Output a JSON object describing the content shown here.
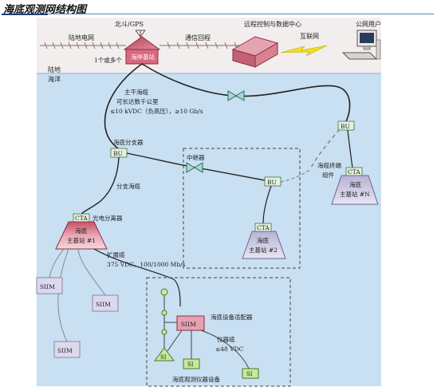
{
  "title": "海底观测网结构图",
  "labels": {
    "beidou_gps": "北斗/GPS",
    "land_grid": "陆地电网",
    "comm_link": "通信回程",
    "remote_center": "远程控制与数据中心",
    "internet": "互联网",
    "public_users": "公网用户",
    "one_or_more": "1个或多个",
    "shore_station": "海岸基站",
    "land": "陆地",
    "ocean": "海洋",
    "main_cable_1": "主干海缆",
    "main_cable_2": "可长达数千公里",
    "main_cable_3": "≤10 kVDC（负高压），≥10 Gb/s",
    "bu_label_left": "海底分支器",
    "bu": "BU",
    "repeater": "中继器",
    "branch_cable": "分支海缆",
    "cta": "CTA",
    "optical_splitter": "光电分离器",
    "station1_1": "海底",
    "station1_2": "主基站 #1",
    "station2_1": "海底",
    "station2_2": "主基站 #2",
    "stationN_1": "海底",
    "stationN_2": "主基站 #N",
    "terminal_1": "海缆终端",
    "terminal_2": "组件",
    "ext_cable_1": "扩展缆",
    "ext_cable_2": "375 VDC，100/1000 Mb/s",
    "siim": "SIIM",
    "adapter": "海底设备适配器",
    "instr_cable_1": "仪器缆",
    "instr_cable_2": "≤48 VDC",
    "si": "SI",
    "instruments": "海底观测仪器设备"
  },
  "colors": {
    "land": "#f2eeee",
    "sea": "#c9dff2",
    "station": "#e8a6b3",
    "node_box": "#e4f1df",
    "node_border": "#5a8a5a",
    "lightning": "#f0e020",
    "sensor": "#c8e89a"
  }
}
